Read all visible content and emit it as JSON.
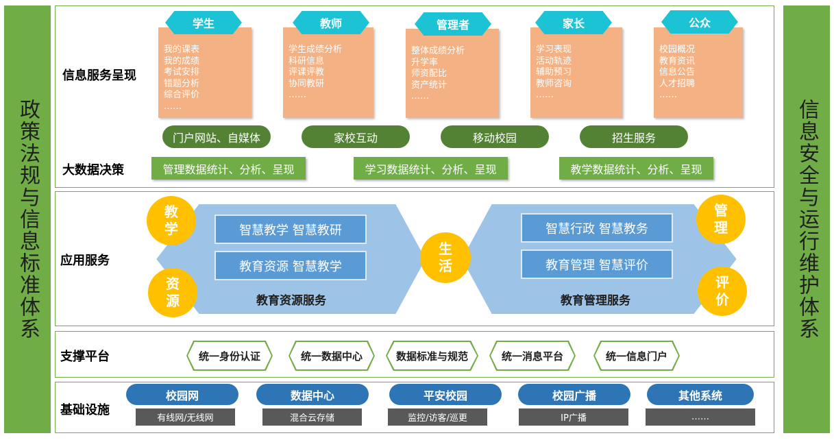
{
  "left_sidebar": "政策法规与信息标准体系",
  "right_sidebar": "信息安全与运行维护体系",
  "rows": {
    "info": "信息服务呈现",
    "bigdata": "大数据决策",
    "app": "应用服务",
    "support": "支撑平台",
    "infra": "基础设施"
  },
  "roles": [
    {
      "name": "学生",
      "items": [
        "我的课表",
        "我的成绩",
        "考试安排",
        "错题分析",
        "综合评价",
        "……"
      ]
    },
    {
      "name": "教师",
      "items": [
        "学生成绩分析",
        "科研信息",
        "评课评教",
        "协同教研",
        "……"
      ]
    },
    {
      "name": "管理者",
      "items": [
        "整体成绩分析",
        "升学率",
        "师资配比",
        "资产统计",
        "……"
      ]
    },
    {
      "name": "家长",
      "items": [
        "学习表现",
        "活动轨迹",
        "辅助预习",
        "教师咨询",
        "……"
      ]
    },
    {
      "name": "公众",
      "items": [
        "校园概况",
        "教育资讯",
        "信息公告",
        "人才招聘",
        "……"
      ]
    }
  ],
  "channels": [
    "门户网站、自媒体",
    "家校互动",
    "移动校园",
    "招生服务"
  ],
  "decisions": [
    "管理数据统计、分析、呈现",
    "学习数据统计、分析、呈现",
    "教学数据统计、分析、呈现"
  ],
  "app": {
    "left_items": [
      "智慧教学   智慧教研",
      "教育资源   智慧教学"
    ],
    "right_items": [
      "智慧行政   智慧教务",
      "教育管理   智慧评价"
    ],
    "left_label": "教育资源服务",
    "right_label": "教育管理服务",
    "circles": {
      "teach": "教学",
      "resource": "资源",
      "life": "生活",
      "manage": "管理",
      "evaluate": "评价"
    }
  },
  "support": [
    "统一身份认证",
    "统一数据中心",
    "数据标准与规范",
    "统一消息平台",
    "统一信息门户"
  ],
  "infra": [
    {
      "name": "校园网",
      "detail": "有线网/无线网"
    },
    {
      "name": "数据中心",
      "detail": "混合云存储"
    },
    {
      "name": "平安校园",
      "detail": "监控/访客/巡更"
    },
    {
      "name": "校园广播",
      "detail": "IP广播"
    },
    {
      "name": "其他系统",
      "detail": "……"
    }
  ],
  "colors": {
    "green": "#70ad47",
    "dark_green": "#548235",
    "peach": "#f4b183",
    "cyan": "#1cc3d4",
    "blue": "#2e75b6",
    "light_blue": "#9dc3e6",
    "yellow": "#ffc000",
    "gray": "#595959"
  }
}
